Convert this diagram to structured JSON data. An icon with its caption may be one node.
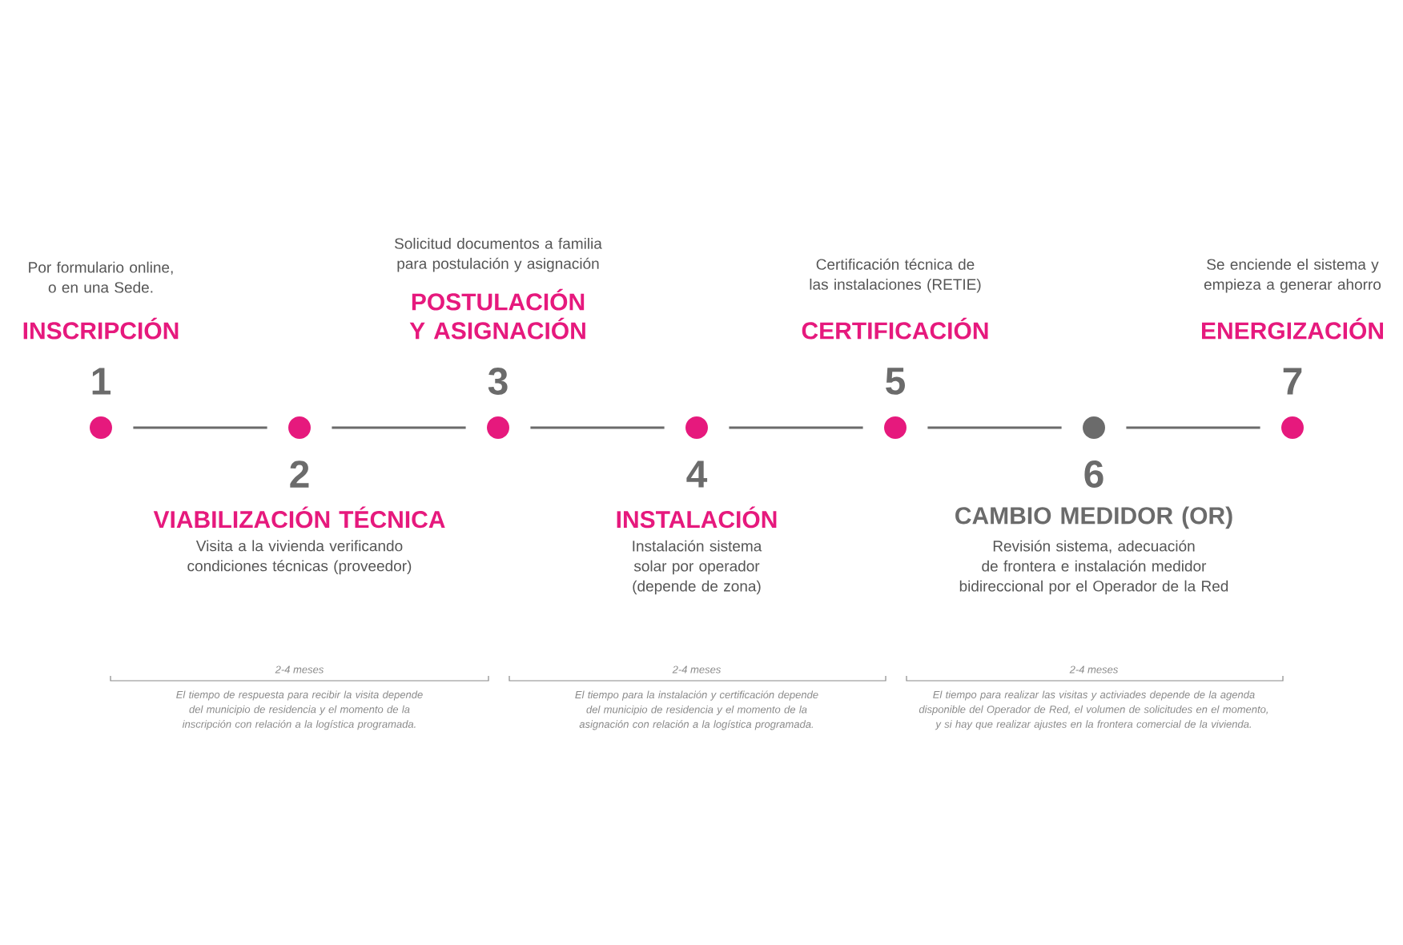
{
  "diagram": {
    "nodes": [
      {
        "text": [],
        "shape": "circle",
        "beside": [
          "1",
          "INSCRIPCIÓN",
          "Por formulario online, o en una Sede."
        ]
      },
      {
        "text": [],
        "shape": "circle",
        "beside": [
          "2",
          "VIABILIZACIÓN TÉCNICA",
          "Visita a la vivienda verificando condiciones técnicas (proveedor)"
        ]
      },
      {
        "text": [],
        "shape": "circle",
        "beside": [
          "3",
          "POSTULACIÓN Y ASIGNACIÓN",
          "Solicitud documentos a familia para postulación y asignación"
        ]
      },
      {
        "text": [],
        "shape": "circle",
        "beside": [
          "4",
          "INSTALACIÓN",
          "Instalación sistema solar por operador (depende de zona)"
        ]
      },
      {
        "text": [],
        "shape": "circle",
        "beside": [
          "5",
          "CERTIFICACIÓN",
          "Certificación técnica de las instalaciones (RETIE)"
        ]
      },
      {
        "text": [],
        "shape": "circle",
        "beside": [
          "6",
          "CAMBIO MEDIDOR (OR)",
          "Revisión sistema, adecuación de frontera e instalación medidor bidireccional por el Operador de la Red"
        ]
      },
      {
        "text": [],
        "shape": "circle",
        "beside": [
          "7",
          "ENERGIZACIÓN",
          "Se enciende el sistema y empieza a generar ahorro"
        ]
      }
    ],
    "edges": [
      {
        "from": 0,
        "to": 1,
        "arrow": "none"
      },
      {
        "from": 1,
        "to": 2,
        "arrow": "none"
      },
      {
        "from": 2,
        "to": 3,
        "arrow": "none"
      },
      {
        "from": 3,
        "to": 4,
        "arrow": "none"
      },
      {
        "from": 4,
        "to": 5,
        "arrow": "none"
      },
      {
        "from": 5,
        "to": 6,
        "arrow": "none"
      }
    ],
    "labels": [
      "2-4 meses",
      "2-4 meses",
      "2-4 meses",
      "El tiempo de respuesta para recibir la visita depende del municipio de residencia y el momento de la inscripción con relación a la logística programada.",
      "El tiempo para la instalación y certificación depende del municipio de residencia y el momento de la asignación con relación a la logística programada.",
      "El tiempo para realizar las visitas y activiades depende de la agenda disponible del Operador de Red, el volumen de solicitudes en el momento, y si hay que realizar ajustes en la frontera comercial de la vivienda."
    ]
  }
}
